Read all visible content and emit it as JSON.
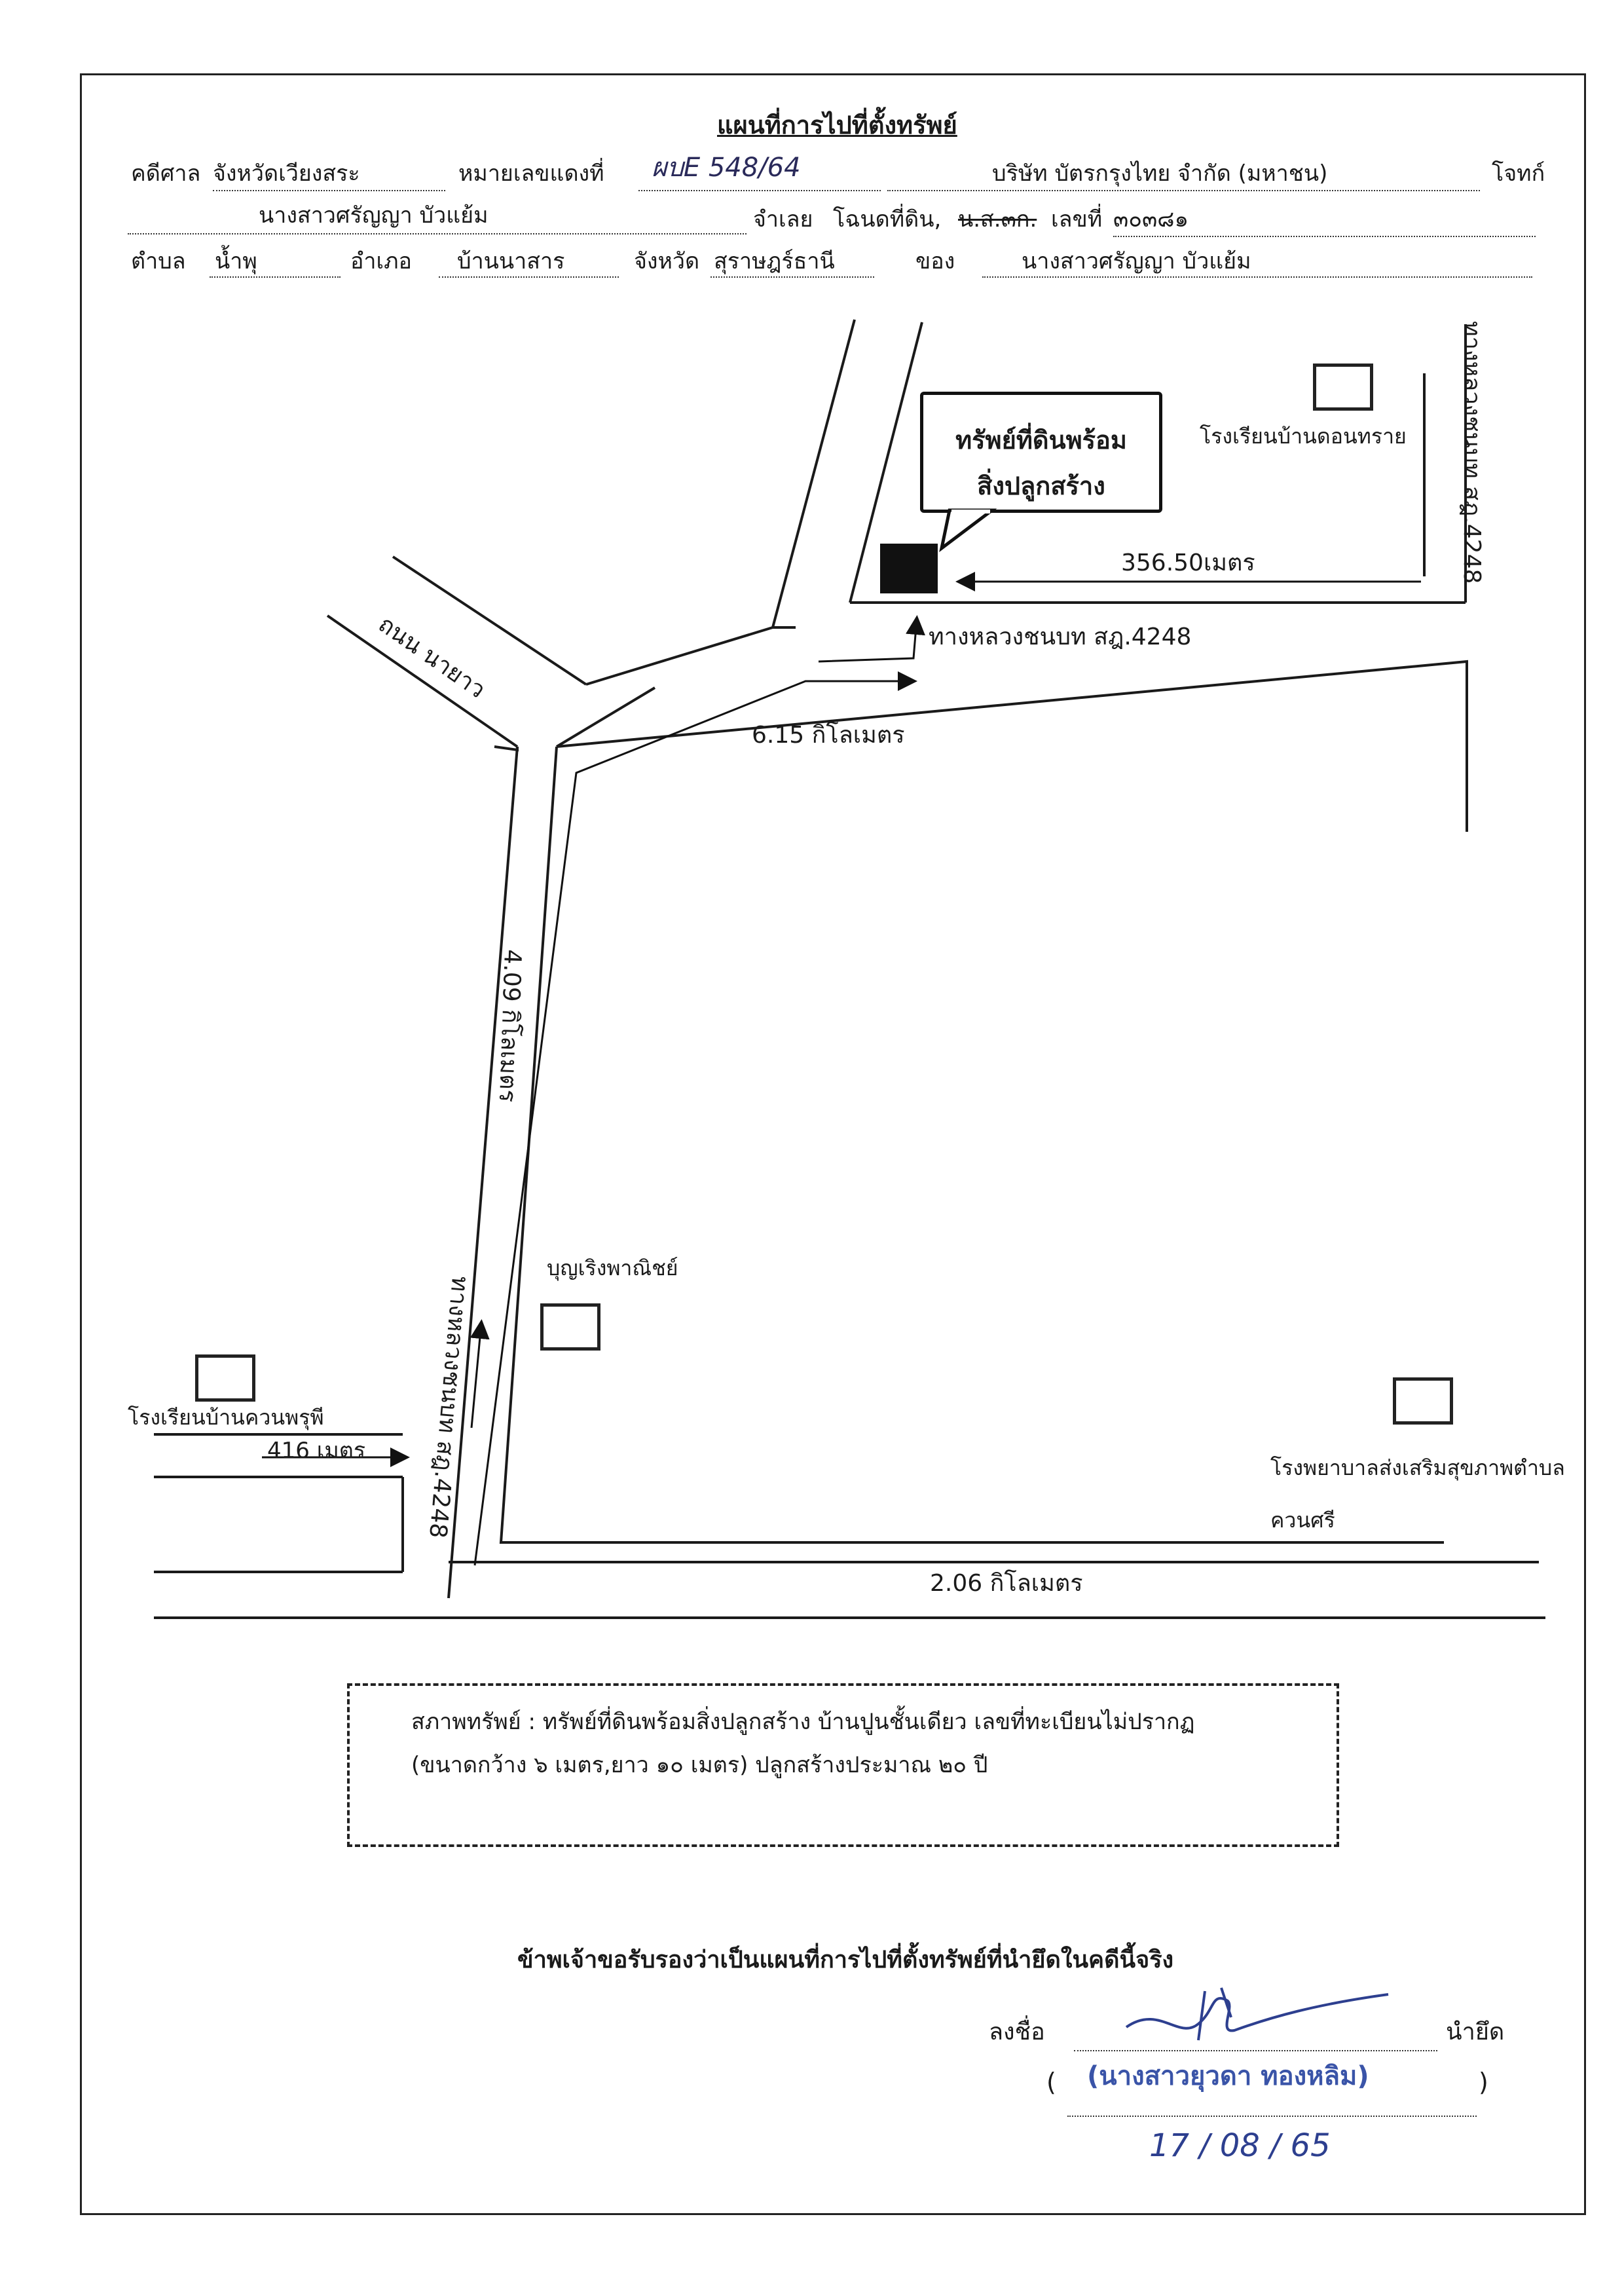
{
  "document": {
    "title": "แผนที่การไปที่ตั้งทรัพย์",
    "header": {
      "court_label": "คดีศาล",
      "court_value": "จังหวัดเวียงสระ",
      "case_no_label": "หมายเลขแดงที่",
      "case_no_value": "ผบE 548/64",
      "plaintiff_value": "บริษัท บัตรกรุงไทย จำกัด (มหาชน)",
      "plaintiff_label": "โจทก์",
      "defendant_value": "นางสาวศรัญญา บัวแย้ม",
      "defendant_label": "จำเลย",
      "deed_label": "โฉนดที่ดิน,",
      "deed_struck": "น.ส.๓ก.",
      "deed_no_label": "เลขที่",
      "deed_no_value": "๓๐๓๘๑",
      "subdistrict_label": "ตำบล",
      "subdistrict_value": "น้ำพุ",
      "district_label": "อำเภอ",
      "district_value": "บ้านนาสาร",
      "province_label": "จังหวัด",
      "province_value": "สุราษฎร์ธานี",
      "owner_label": "ของ",
      "owner_value": "นางสาวศรัญญา บัวแย้ม"
    },
    "map": {
      "callout_line1": "ทรัพย์ที่ดินพร้อม",
      "callout_line2": "สิ่งปลูกสร้าง",
      "school_north": "โรงเรียนบ้านดอนทราย",
      "road_right_vertical": "ทางหลวงชนบท สฎ.4248",
      "dist_356": "356.50เมตร",
      "road_top": "ทางหลวงชนบท สฎ.4248",
      "dist_615": "6.15 กิโลเมตร",
      "road_nayao": "ถนน นายาว",
      "dist_409": "4.09 กิโลเมตร",
      "shop": "บุญเริงพาณิชย์",
      "road_left_vertical": "ทางหลวงชนบท สฎ.4248",
      "school_south": "โรงเรียนบ้านควนพรุพี",
      "dist_416": "416 เมตร",
      "hospital_line1": "โรงพยาบาลส่งเสริมสุขภาพตำบล",
      "hospital_line2": "ควนศรี",
      "dist_206": "2.06 กิโลเมตร"
    },
    "condition": {
      "line1": "สภาพทรัพย์ : ทรัพย์ที่ดินพร้อมสิ่งปลูกสร้าง   บ้านปูนชั้นเดียว เลขที่ทะเบียนไม่ปรากฏ",
      "line2": "(ขนาดกว้าง ๖ เมตร,ยาว ๑๐ เมตร) ปลูกสร้างประมาณ ๒๐ ปี"
    },
    "certification": {
      "statement": "ข้าพเจ้าขอรับรองว่าเป็นแผนที่การไปที่ตั้งทรัพย์ที่นำยึดในคดีนี้จริง",
      "sign_label": "ลงชื่อ",
      "role_label": "นำยึด",
      "open_paren": "(",
      "name_stamp": "(นางสาวยุวดา ทองหลิม)",
      "close_paren": ")",
      "date": "17 / 08 / 65"
    }
  },
  "colors": {
    "ink": "#1a1a1a",
    "stamp_blue": "#3a54a8",
    "pen_blue": "#2d3f8f"
  }
}
